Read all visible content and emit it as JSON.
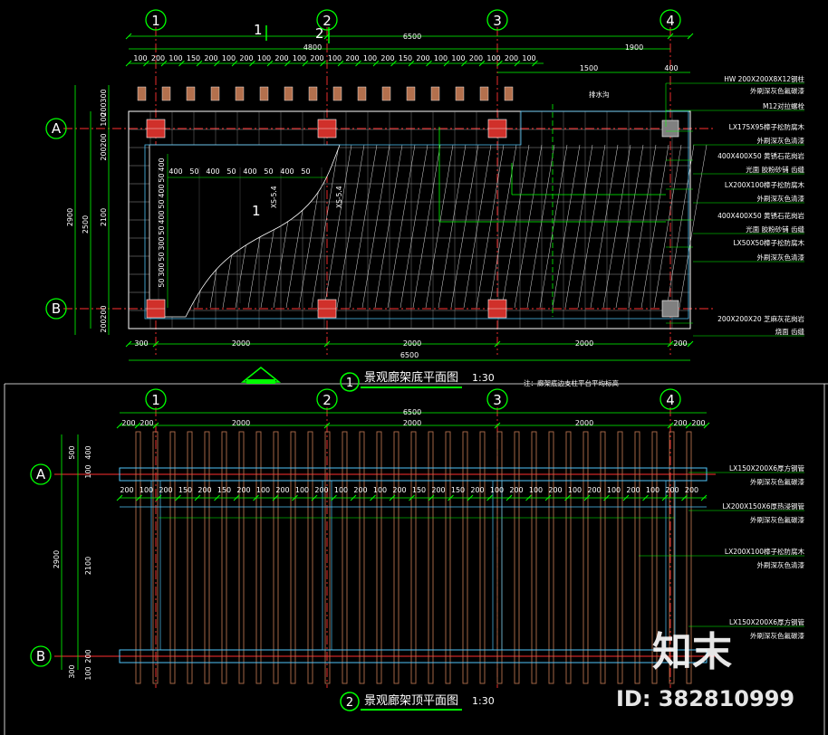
{
  "colors": {
    "background": "#000000",
    "green": "#00ff00",
    "yellow": "#ffff00",
    "red": "#ff3030",
    "cyan": "#4fc3f7",
    "white": "#ffffff",
    "column_fill": "#d0302a",
    "post_fill": "#b3704d"
  },
  "grid_axes": {
    "columns": [
      "1",
      "2",
      "3",
      "4"
    ],
    "rows": [
      "A",
      "B"
    ]
  },
  "plan1": {
    "title": "景观廊架底平面图",
    "number": "1",
    "scale": "1:30",
    "note": "注：廊架底边支柱平台平均标高",
    "top_dims_total": "6500",
    "top_dims_sub": [
      "4800",
      "1900"
    ],
    "top_dims_small": [
      "100",
      "200",
      "100",
      "150",
      "200",
      "100",
      "200",
      "100",
      "200",
      "100",
      "200",
      "100",
      "200",
      "100",
      "200",
      "150",
      "200",
      "100",
      "100",
      "200",
      "100",
      "200",
      "100"
    ],
    "top_dims_right": [
      "1500",
      "400"
    ],
    "bottom_dims": [
      "300",
      "2000",
      "2000",
      "2000",
      "200"
    ],
    "bottom_total": "6500",
    "left_dims_outer": [
      "2900"
    ],
    "left_dims_mid": [
      "2500"
    ],
    "left_dims_inner": [
      "300",
      "200",
      "100",
      "200",
      "200",
      "2100",
      "200",
      "200"
    ],
    "inner_dims_row": [
      "400",
      "50",
      "400",
      "50",
      "400",
      "50",
      "400",
      "50"
    ],
    "inner_dims_col": [
      "400",
      "50",
      "400",
      "50",
      "400",
      "50",
      "300",
      "50",
      "300",
      "50"
    ],
    "section_marks": [
      "1",
      "2",
      "1"
    ],
    "section_ref": [
      "XS-5.4",
      "XS-5.4"
    ],
    "top_label": "排水沟",
    "labels": [
      "HW 200X200X8X12钢柱",
      "外刷深灰色氟碳漆",
      "M12对拉螺栓",
      "LX175X95樟子松防腐木",
      "外刷深灰色清漆",
      "400X400X50 黄锈石花岗岩",
      "光面  胶粉砂铺  齿缝",
      "LX200X100樟子松防腐木",
      "外刷深灰色清漆",
      "400X400X50 黄锈石花岗岩",
      "光面  胶粉砂铺  齿缝",
      "LX50X50樟子松防腐木",
      "外刷深灰色清漆",
      "200X200X20 芝麻灰花岗岩",
      "烧面  齿缝"
    ]
  },
  "plan2": {
    "title": "景观廊架顶平面图",
    "number": "2",
    "scale": "1:30",
    "top_total": "6500",
    "top_dims": [
      "200",
      "200",
      "2000",
      "2000",
      "2000",
      "200",
      "200"
    ],
    "mid_dims": [
      "200",
      "100",
      "200",
      "150",
      "200",
      "150",
      "200",
      "100",
      "200",
      "100",
      "200",
      "100",
      "200",
      "100",
      "200",
      "150",
      "200",
      "150",
      "200",
      "100",
      "200",
      "100",
      "200",
      "100",
      "200",
      "100",
      "200",
      "100",
      "200",
      "200"
    ],
    "left_dims_outer": [
      "2900"
    ],
    "left_dims_inner": [
      "500",
      "400",
      "100",
      "2100",
      "200",
      "300",
      "100"
    ],
    "labels": [
      "LX150X200X6厚方钢管",
      "外刷深灰色氟碳漆",
      "LX200X150X6厚热浸钢管",
      "外刷深灰色氟碳漆",
      "LX200X100樟子松防腐木",
      "外刷深灰色清漆",
      "LX150X200X6厚方钢管",
      "外刷深灰色氟碳漆"
    ]
  },
  "watermark": {
    "brand": "知末",
    "id_text": "ID: 382810999"
  }
}
